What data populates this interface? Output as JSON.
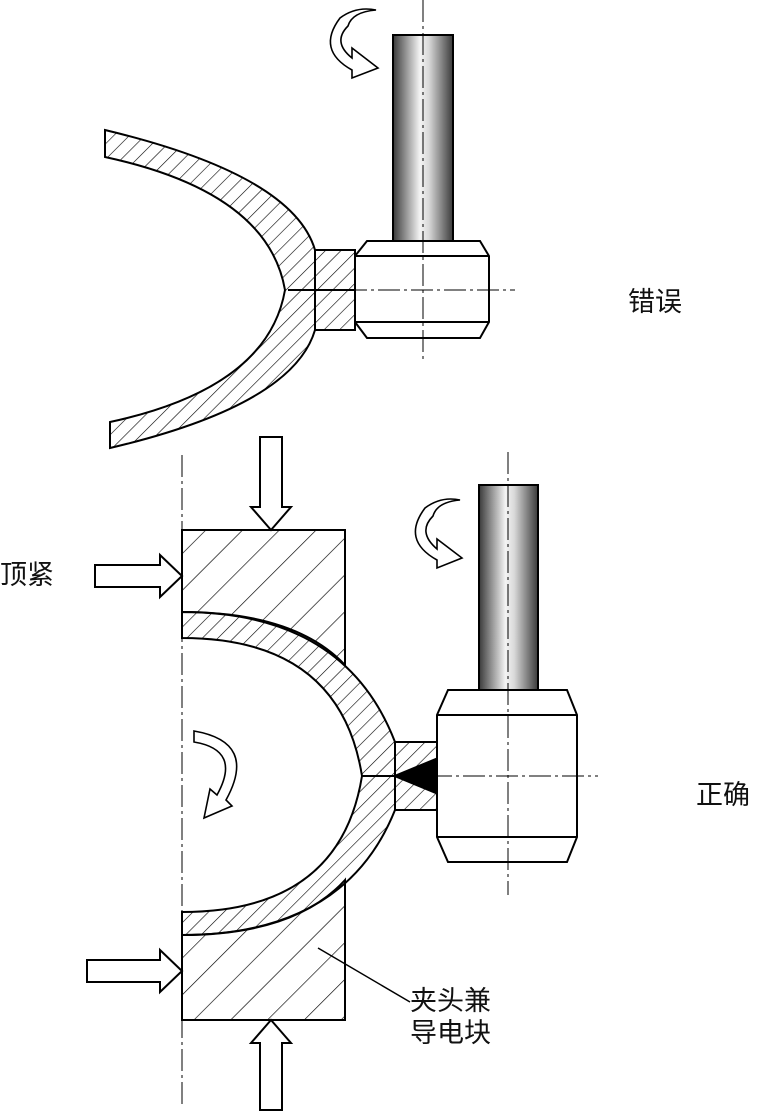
{
  "labels": {
    "wrong": "错误",
    "correct": "正确",
    "clamp": "顶紧",
    "block_line1": "夹头兼",
    "block_line2": "导电块"
  },
  "colors": {
    "line": "#000000",
    "background": "#ffffff",
    "rod_dark": "#3a3a3a",
    "rod_light": "#f4f4f4"
  }
}
